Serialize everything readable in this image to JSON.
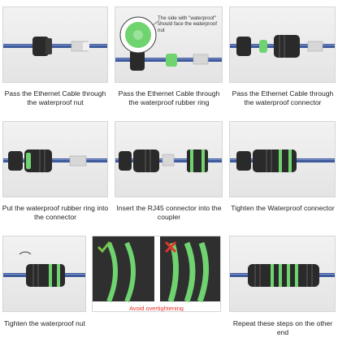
{
  "captions": {
    "step1": "Pass the Ethernet Cable through the waterproof nut",
    "step2": "Pass the Ethernet Cable through the waterproof rubber ring",
    "step3": "Pass the Ethernet Cable through the waterproof connector",
    "step4": "Put the waterproof rubber ring into the connector",
    "step5": "Insert the RJ45 connector into the coupler",
    "step6": "Tighten the Waterproof connector",
    "step7": "Tighten the waterproof nut",
    "step8": "Repeat these steps on the other end"
  },
  "callout": {
    "note": "The side with \"waterproof\" should face the waterproof nut"
  },
  "warning": {
    "label": "Avoid overtightening"
  },
  "colors": {
    "cable": "#3e5a9c",
    "ring": "#6fd36f",
    "body": "#2a2a2a",
    "warning": "#e5322d",
    "ok": "#7cc04b"
  },
  "icons": {
    "ok": "check-icon",
    "bad": "cross-icon"
  }
}
